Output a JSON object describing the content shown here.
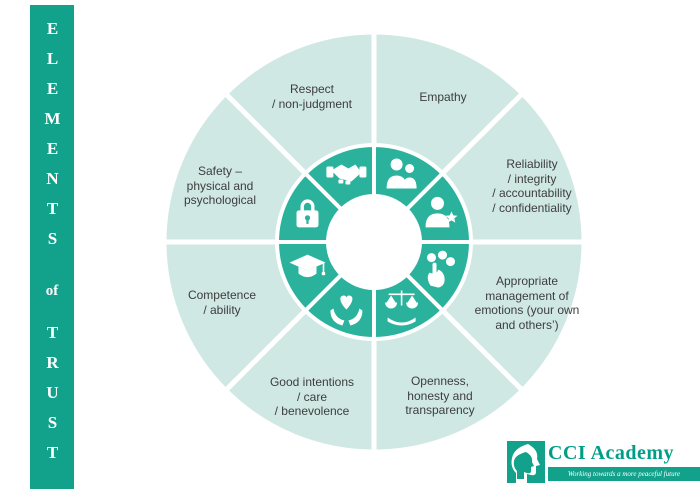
{
  "banner": {
    "line1": "ELEMENTS",
    "line2": "of",
    "line3": "TRUST"
  },
  "colors": {
    "banner_teal": "#12a18a",
    "inner_ring_teal": "#2bb29d",
    "outer_ring_light": "#cfe8e3",
    "label_text": "#3d3d3d",
    "logo_teal": "#009e88",
    "background": "#ffffff"
  },
  "wheel": {
    "segments": [
      {
        "position": "top-left",
        "label": "Respect\n/ non-judgment",
        "icon": "handshake-icon"
      },
      {
        "position": "top-right",
        "label": "Empathy",
        "icon": "two-people-icon"
      },
      {
        "position": "right-upper",
        "label": "Reliability\n/ integrity\n/ accountability\n/ confidentiality",
        "icon": "person-star-icon"
      },
      {
        "position": "right-lower",
        "label": "Appropriate\nmanagement of\nemotions (your own\nand others’)",
        "icon": "emotions-hand-icon"
      },
      {
        "position": "bottom-right",
        "label": "Openness,\nhonesty and\ntransparency",
        "icon": "scales-hand-icon"
      },
      {
        "position": "bottom-left",
        "label": "Good intentions\n/ care\n/ benevolence",
        "icon": "heart-hands-icon"
      },
      {
        "position": "left-lower",
        "label": "Competence\n/ ability",
        "icon": "graduation-cap-icon"
      },
      {
        "position": "left-upper",
        "label": "Safety –\nphysical and\npsychological",
        "icon": "padlock-icon"
      }
    ]
  },
  "logo": {
    "name": "CCI Academy",
    "tagline": "Working towards a more peaceful future"
  }
}
